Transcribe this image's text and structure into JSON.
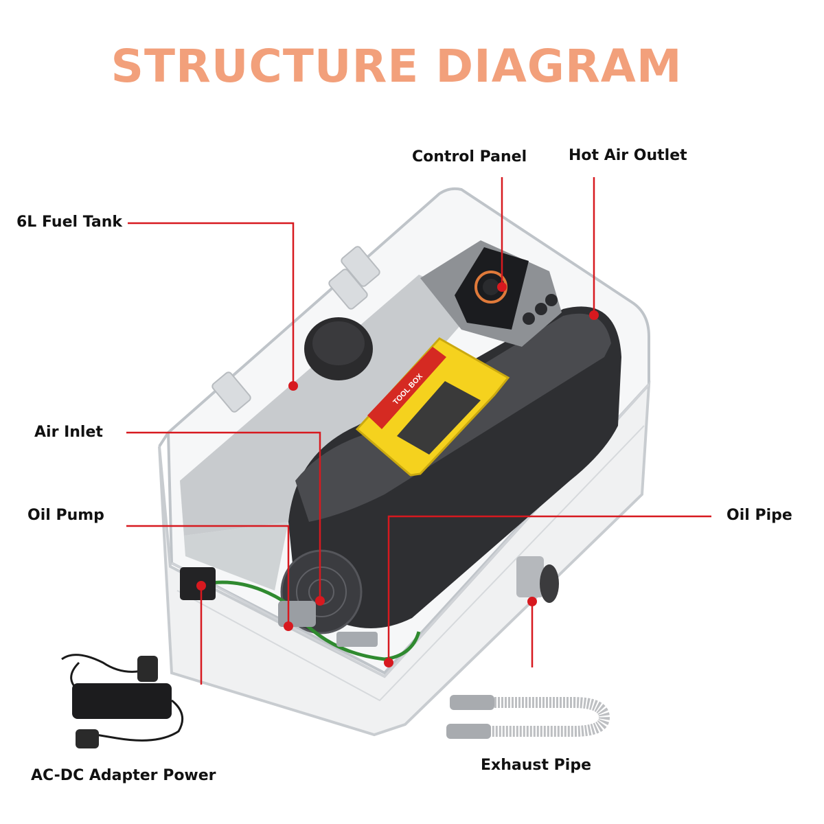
{
  "title": "STRUCTURE DIAGRAM",
  "colors": {
    "title": "#F2A07B",
    "leader": "#D7191F",
    "label": "#111111",
    "case_outline": "#BFC4C9",
    "heater_body": "#2E2F32",
    "tool_box": "#F5D21E",
    "tool_box_label": "#D52A22"
  },
  "device": {
    "tool_box_text": "TOOL BOX"
  },
  "labels": {
    "control_panel": "Control Panel",
    "hot_air_outlet": "Hot Air Outlet",
    "fuel_tank": "6L Fuel Tank",
    "air_inlet": "Air Inlet",
    "oil_pump": "Oil Pump",
    "oil_pipe": "Oil Pipe",
    "adapter_power": "AC-DC Adapter Power",
    "exhaust_pipe": "Exhaust Pipe"
  }
}
